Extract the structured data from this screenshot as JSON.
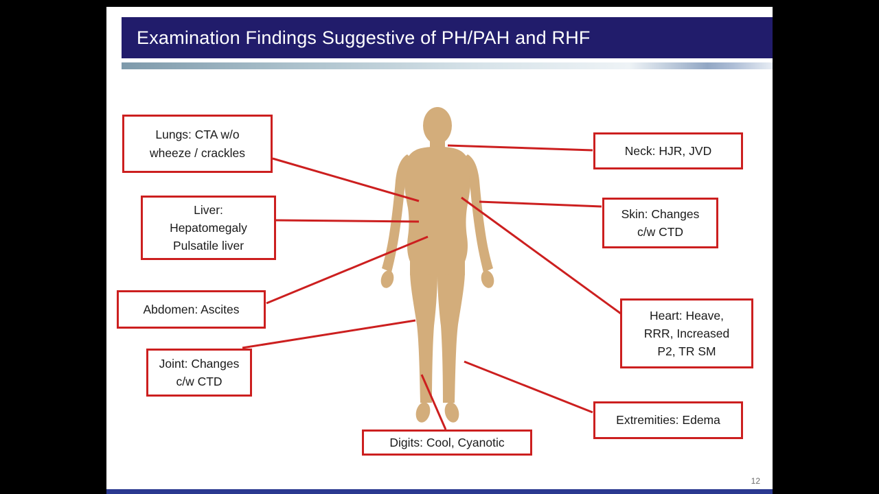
{
  "slide": {
    "title": "Examination Findings Suggestive of PH/PAH and RHF",
    "page_number": "12",
    "colors": {
      "header_bg": "#211c6b",
      "footer_bar": "#2b3990",
      "label_border": "#cc1f1f",
      "connector": "#cc1f1f",
      "body_fill": "#d3ad7b"
    },
    "labels": {
      "lungs": {
        "lines": [
          "Lungs: CTA w/o",
          "wheeze / crackles"
        ]
      },
      "liver": {
        "lines": [
          "Liver:",
          "Hepatomegaly",
          "Pulsatile liver"
        ]
      },
      "abdomen": {
        "lines": [
          "Abdomen:  Ascites"
        ]
      },
      "joint": {
        "lines": [
          "Joint: Changes",
          "c/w CTD"
        ]
      },
      "digits": {
        "lines": [
          "Digits: Cool, Cyanotic"
        ]
      },
      "neck": {
        "lines": [
          "Neck:  HJR, JVD"
        ]
      },
      "skin": {
        "lines": [
          "Skin: Changes",
          "c/w CTD"
        ]
      },
      "heart": {
        "lines": [
          "Heart: Heave,",
          "RRR, Increased",
          "P2, TR SM"
        ]
      },
      "extremities": {
        "lines": [
          "Extremities:  Edema"
        ]
      }
    }
  }
}
